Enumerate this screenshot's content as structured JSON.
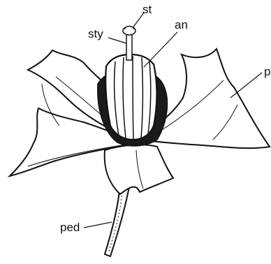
{
  "diagram": {
    "labels": {
      "stigma": "st",
      "style": "sty",
      "anthers": "an",
      "petal": "p",
      "pedicel": "ped"
    },
    "colors": {
      "ink": "#111111",
      "paper": "#ffffff",
      "shade": "#1a1a1a"
    }
  }
}
